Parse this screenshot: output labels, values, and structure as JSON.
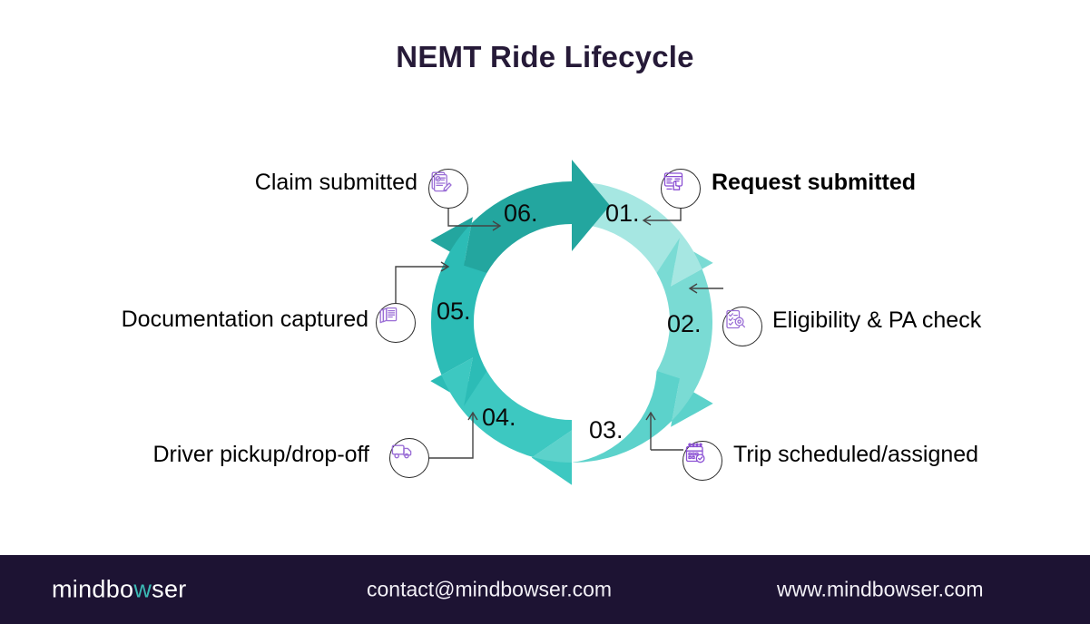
{
  "page": {
    "title": "NEMT Ride Lifecycle",
    "background": "#ffffff",
    "title_color": "#261a38"
  },
  "chart_data": {
    "type": "diagram",
    "subtype": "cycle",
    "title": "NEMT Ride Lifecycle",
    "direction": "clockwise",
    "segment_count": 6,
    "categories": [
      "01.",
      "02.",
      "03.",
      "04.",
      "05.",
      "06."
    ],
    "labels": [
      "Request submitted",
      "Eligibility & PA check",
      "Trip scheduled/assigned",
      "Driver pickup/drop-off",
      "Documentation captured",
      "Claim submitted"
    ],
    "colors": [
      "#a6e7e2",
      "#7adbd4",
      "#5cd2cb",
      "#3dc8c1",
      "#2cbcb6",
      "#23a69f"
    ],
    "legend": "none",
    "grid": false
  },
  "steps": [
    {
      "number": "01.",
      "label": "Request submitted",
      "icon": "request-form-click-icon",
      "color": "#a6e7e2",
      "side": "right",
      "bold": true
    },
    {
      "number": "02.",
      "label": "Eligibility & PA check",
      "icon": "checklist-magnifier-icon",
      "color": "#7adbd4",
      "side": "right",
      "bold": false
    },
    {
      "number": "03.",
      "label": "Trip scheduled/assigned",
      "icon": "calendar-check-icon",
      "color": "#5cd2cb",
      "side": "right",
      "bold": false
    },
    {
      "number": "04.",
      "label": "Driver pickup/drop-off",
      "icon": "truck-icon",
      "color": "#3dc8c1",
      "side": "left",
      "bold": false
    },
    {
      "number": "05.",
      "label": "Documentation captured",
      "icon": "documents-stack-icon",
      "color": "#2cbcb6",
      "side": "left",
      "bold": false
    },
    {
      "number": "06.",
      "label": "Claim submitted",
      "icon": "claim-form-pen-icon",
      "color": "#23a69f",
      "side": "left",
      "bold": false
    }
  ],
  "footer": {
    "logo_prefix": "mindbo",
    "logo_highlight": "w",
    "logo_suffix": "ser",
    "email": "contact@mindbowser.com",
    "website": "www.mindbowser.com",
    "background": "#1d1333",
    "highlight_color": "#3bb9b4"
  }
}
